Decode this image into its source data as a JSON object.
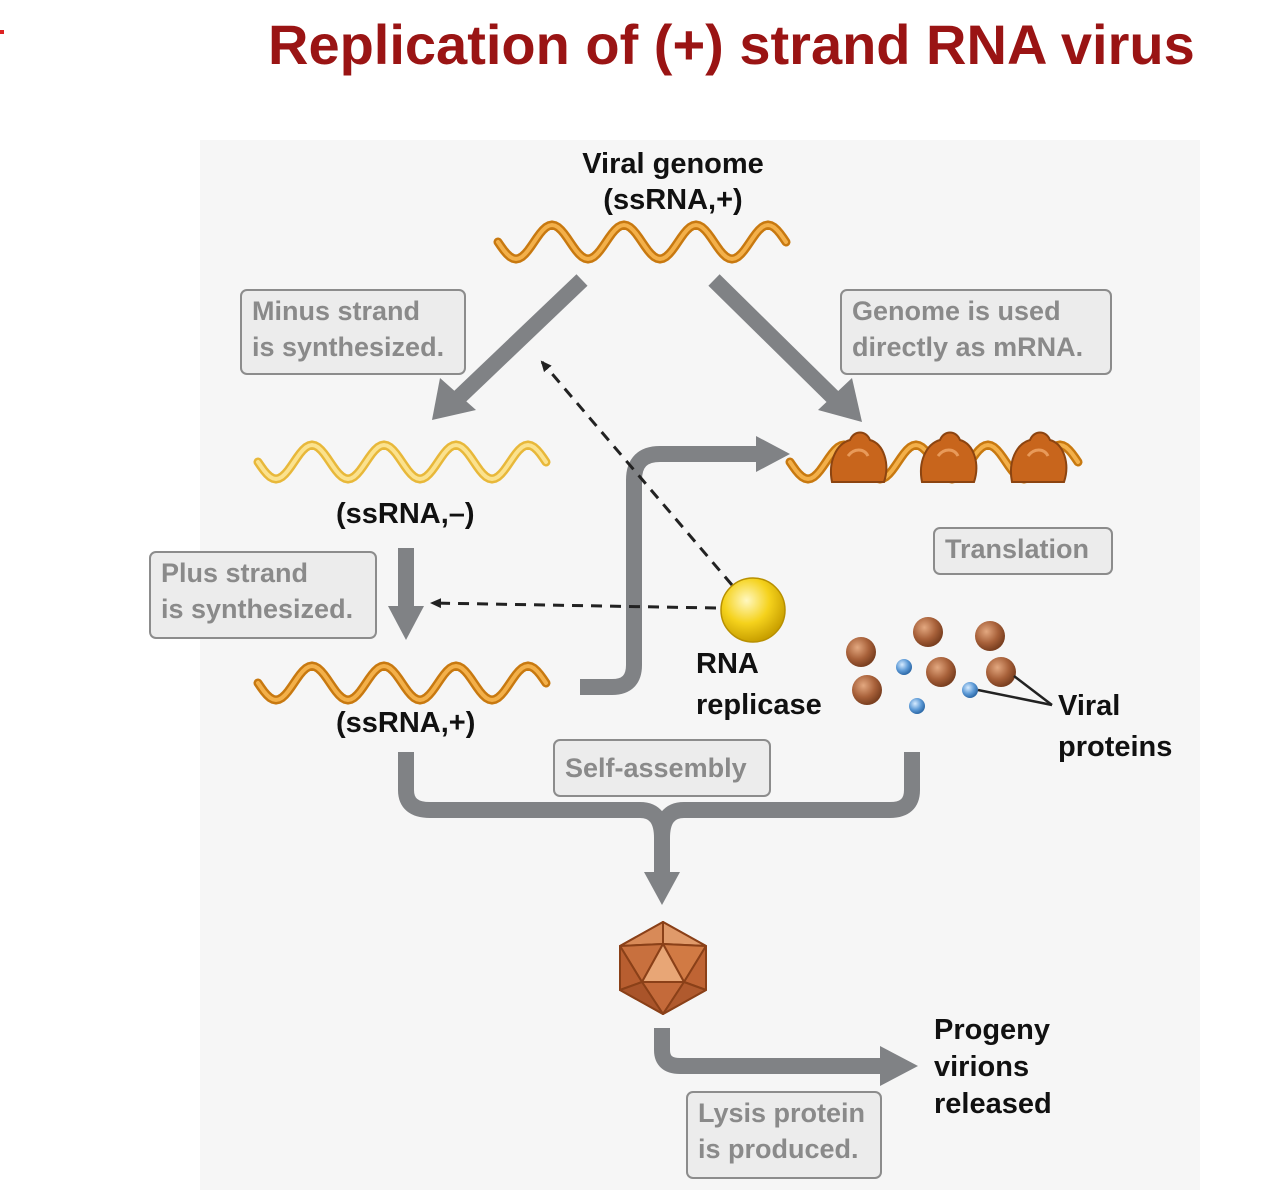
{
  "title": "Replication of (+) strand RNA virus",
  "labels": {
    "viral_genome": "Viral genome",
    "viral_genome_type": "(ssRNA,+)",
    "minus_rna": "(ssRNA,–)",
    "plus_rna": "(ssRNA,+)",
    "rna_replicase_line1": "RNA",
    "rna_replicase_line2": "replicase",
    "viral_proteins_line1": "Viral",
    "viral_proteins_line2": "proteins",
    "progeny_line1": "Progeny",
    "progeny_line2": "virions",
    "progeny_line3": "released"
  },
  "boxes": {
    "minus_strand": [
      "Minus strand",
      "is synthesized."
    ],
    "genome_mrna": [
      "Genome is used",
      "directly as mRNA."
    ],
    "translation": [
      "Translation"
    ],
    "plus_strand": [
      "Plus strand",
      "is synthesized."
    ],
    "self_assembly": [
      "Self-assembly"
    ],
    "lysis": [
      "Lysis protein",
      "is produced."
    ]
  },
  "colors": {
    "title": "#9a1414",
    "arrow": "#808285",
    "rna_plus": "#e0901e",
    "rna_minus": "#f2c84a",
    "ribosome": "#c8651c",
    "replicase": "#f5d21c",
    "protein_brown": "#a8613a",
    "protein_blue": "#5d9ad6",
    "capsid": "#cf7a48"
  }
}
